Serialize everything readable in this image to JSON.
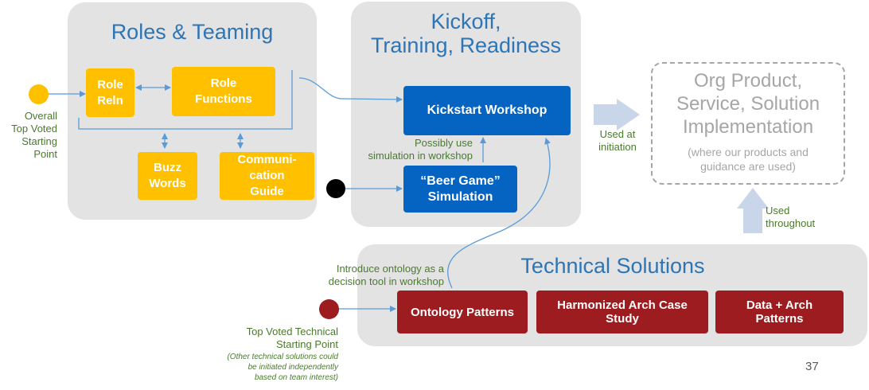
{
  "panels": {
    "roles": {
      "title": "Roles & Teaming"
    },
    "kickoff": {
      "title_line1": "Kickoff,",
      "title_line2": "Training, Readiness"
    },
    "technical": {
      "title": "Technical Solutions"
    }
  },
  "boxes": {
    "role_reln": {
      "line1": "Role",
      "line2": "Reln"
    },
    "role_functions": {
      "line1": "Role",
      "line2": "Functions"
    },
    "buzz_words": {
      "line1": "Buzz",
      "line2": "Words"
    },
    "communication_guide": {
      "line1": "Communi-",
      "line2": "cation",
      "line3": "Guide"
    },
    "kickstart_workshop": {
      "label": "Kickstart Workshop"
    },
    "beer_game": {
      "line1": "“Beer Game”",
      "line2": "Simulation"
    },
    "ontology_patterns": {
      "label": "Ontology Patterns"
    },
    "harmonized": {
      "line1": "Harmonized Arch Case",
      "line2": "Study"
    },
    "data_arch": {
      "line1": "Data + Arch",
      "line2": "Patterns"
    }
  },
  "org_box": {
    "line1": "Org Product,",
    "line2": "Service, Solution",
    "line3": "Implementation",
    "sub1": "(where our products and",
    "sub2": "guidance are used)"
  },
  "notes": {
    "overall": {
      "line1": "Overall",
      "line2": "Top Voted",
      "line3": "Starting",
      "line4": "Point"
    },
    "possibly": {
      "line1": "Possibly use",
      "line2": "simulation in workshop"
    },
    "used_initiation": {
      "line1": "Used at",
      "line2": "initiation"
    },
    "used_throughout": {
      "line1": "Used",
      "line2": "throughout"
    },
    "introduce": {
      "line1": "Introduce ontology as a",
      "line2": "decision tool in workshop"
    },
    "top_tech": {
      "line1": "Top Voted Technical",
      "line2": "Starting Point"
    },
    "other_tech": {
      "line1": "(Other technical solutions could",
      "line2": "be initiated independently",
      "line3": "based on team interest)"
    }
  },
  "page_number": "37",
  "colors": {
    "panel": "#e3e3e3",
    "title_blue": "#2e75b6",
    "yellow": "#ffc000",
    "blue": "#0563c1",
    "red": "#9c1c1f",
    "note_green": "#4a7b2c",
    "connector": "#5b9bd5",
    "big_arrow": "#c9d6ea"
  }
}
